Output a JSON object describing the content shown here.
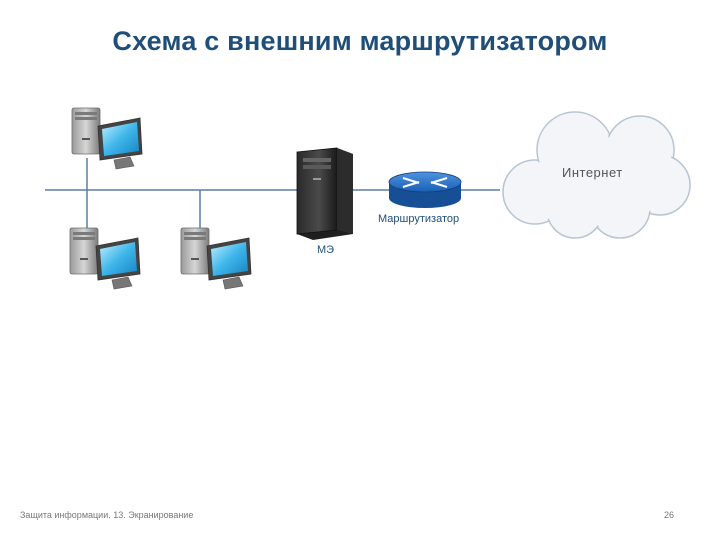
{
  "slide": {
    "title": "Схема с внешним маршрутизатором"
  },
  "diagram": {
    "nodes": {
      "internet": "Интернет",
      "router": "Маршрутизатор",
      "firewall": "МЭ"
    },
    "icons": {
      "workstation": "computer-icon",
      "firewall": "server-tower-icon",
      "router": "router-icon",
      "internet": "cloud-icon"
    },
    "colors": {
      "title": "#1f4e79",
      "link": "#5b7fa6",
      "router": "#1a5fb4",
      "cloud_fill": "#f3f5f8",
      "cloud_stroke": "#b8c4d2"
    }
  },
  "footer": {
    "course": "Защита информации. 13. Экранирование",
    "page_number": "26"
  }
}
